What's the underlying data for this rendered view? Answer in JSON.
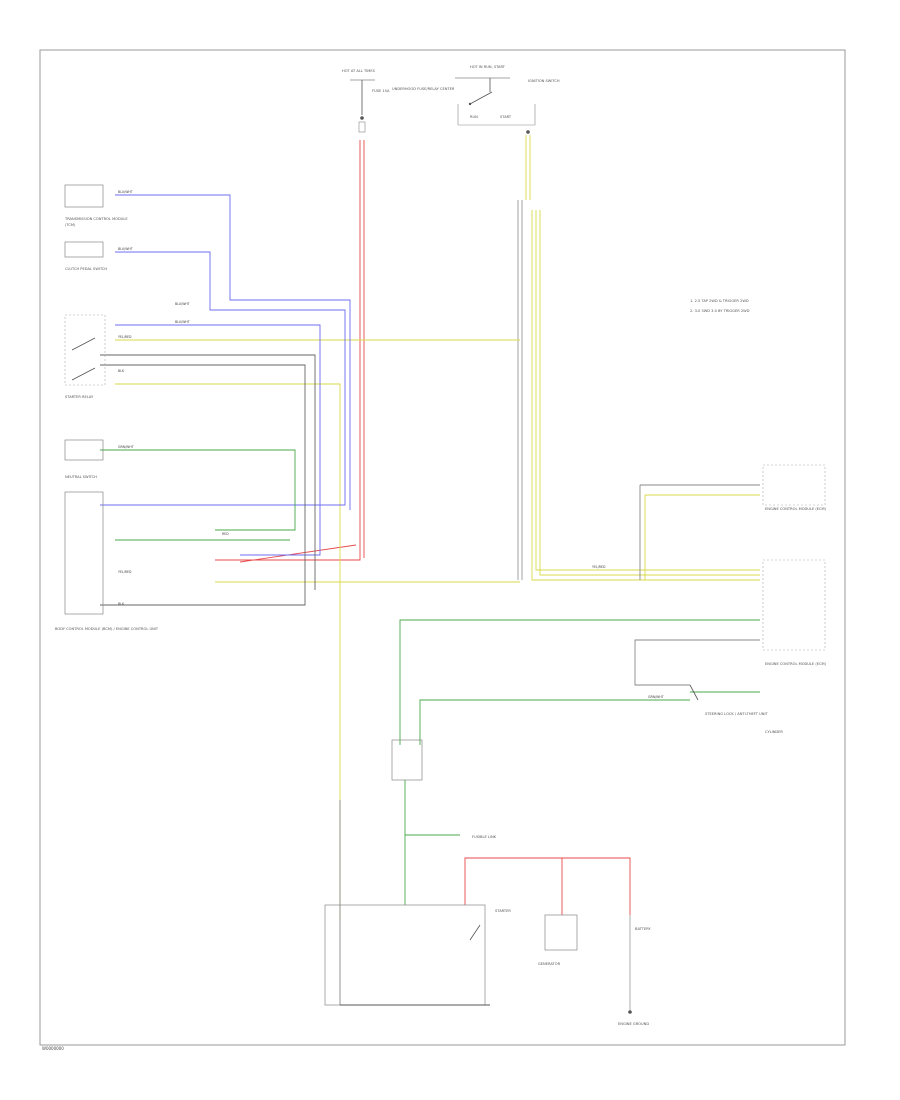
{
  "diagram": {
    "footer": "W0000000",
    "legend": [
      "1. 2.5 TAP 2WD & TRIGGER 2WD",
      "2. 3.0 3WD 3.0 BY TRIGGER 2WD"
    ],
    "fuse_labels": {
      "left_top": "HOT AT ALL TIMES",
      "left_fuse": "FUSE 15A",
      "left_box": "UNDERHOOD FUSE/RELAY CENTER",
      "right_top": "HOT IN RUN, START",
      "ignition": "IGNITION SWITCH",
      "run": "RUN",
      "start": "START"
    },
    "components": {
      "tcm": "TRANSMISSION CONTROL MODULE",
      "tcm2": "(TCM)",
      "clutch_switch": "CLUTCH PEDAL SWITCH",
      "starter_relay": "STARTER RELAY",
      "neutral_switch": "NEUTRAL SWITCH",
      "bcm": "BODY CONTROL MODULE (BCM) / ENGINE CONTROL UNIT",
      "ecm_upper": "ENGINE CONTROL MODULE (ECM)",
      "ecm_lower": "ENGINE CONTROL MODULE (ECM)",
      "steering_lock": "STEERING LOCK / ANTI-THEFT UNIT",
      "cylinder": "CYLINDER",
      "starter": "STARTER",
      "generator": "GENERATOR",
      "battery": "BATTERY",
      "fusible": "FUSIBLE LINK",
      "ground": "ENGINE GROUND"
    },
    "wire_labels": {
      "blu_1": "BLU/WHT",
      "blu_2": "BLU/WHT",
      "blu_3": "BLU/WHT",
      "blu_4": "BLU/WHT",
      "grn_1": "GRN/WHT",
      "grn_2": "GRN/WHT",
      "yel_1": "YEL/RED",
      "yel_2": "YEL/RED",
      "yel_3": "YEL/RED",
      "red_1": "RED",
      "blk_1": "BLK",
      "blk_2": "BLK"
    }
  }
}
